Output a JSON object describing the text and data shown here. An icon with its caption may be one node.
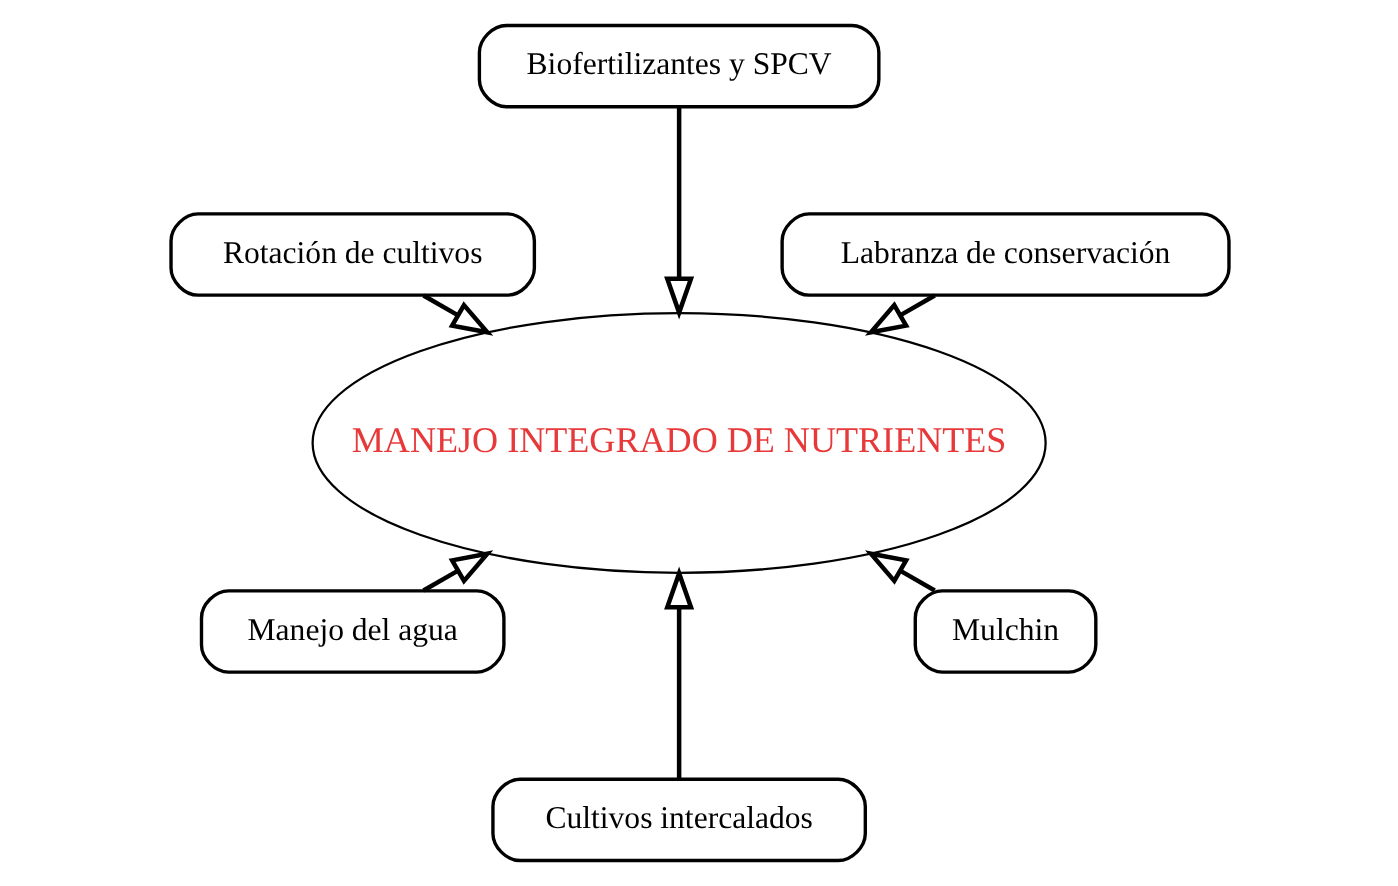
{
  "diagram": {
    "nodes": [
      {
        "text": [
          "Labranza de conservación"
        ]
      },
      {
        "text": [
          "Biofertilizantes y SPCV"
        ]
      },
      {
        "text": [
          "Rotación de cultivos"
        ]
      },
      {
        "text": [
          "MANEJO INTEGRADO DE NUTRIENTES"
        ]
      },
      {
        "text": [
          "Manejo del agua"
        ]
      },
      {
        "text": [
          "Cultivos intercalados"
        ]
      },
      {
        "text": [
          "Mulchin"
        ]
      }
    ],
    "edges": [
      {
        "from": 0,
        "to": 3,
        "arrow": "to"
      },
      {
        "from": 1,
        "to": 3,
        "arrow": "to"
      },
      {
        "from": 2,
        "to": 3,
        "arrow": "to"
      },
      {
        "from": 4,
        "to": 3,
        "arrow": "to"
      },
      {
        "from": 5,
        "to": 3,
        "arrow": "to"
      },
      {
        "from": 6,
        "to": 3,
        "arrow": "to"
      }
    ]
  }
}
